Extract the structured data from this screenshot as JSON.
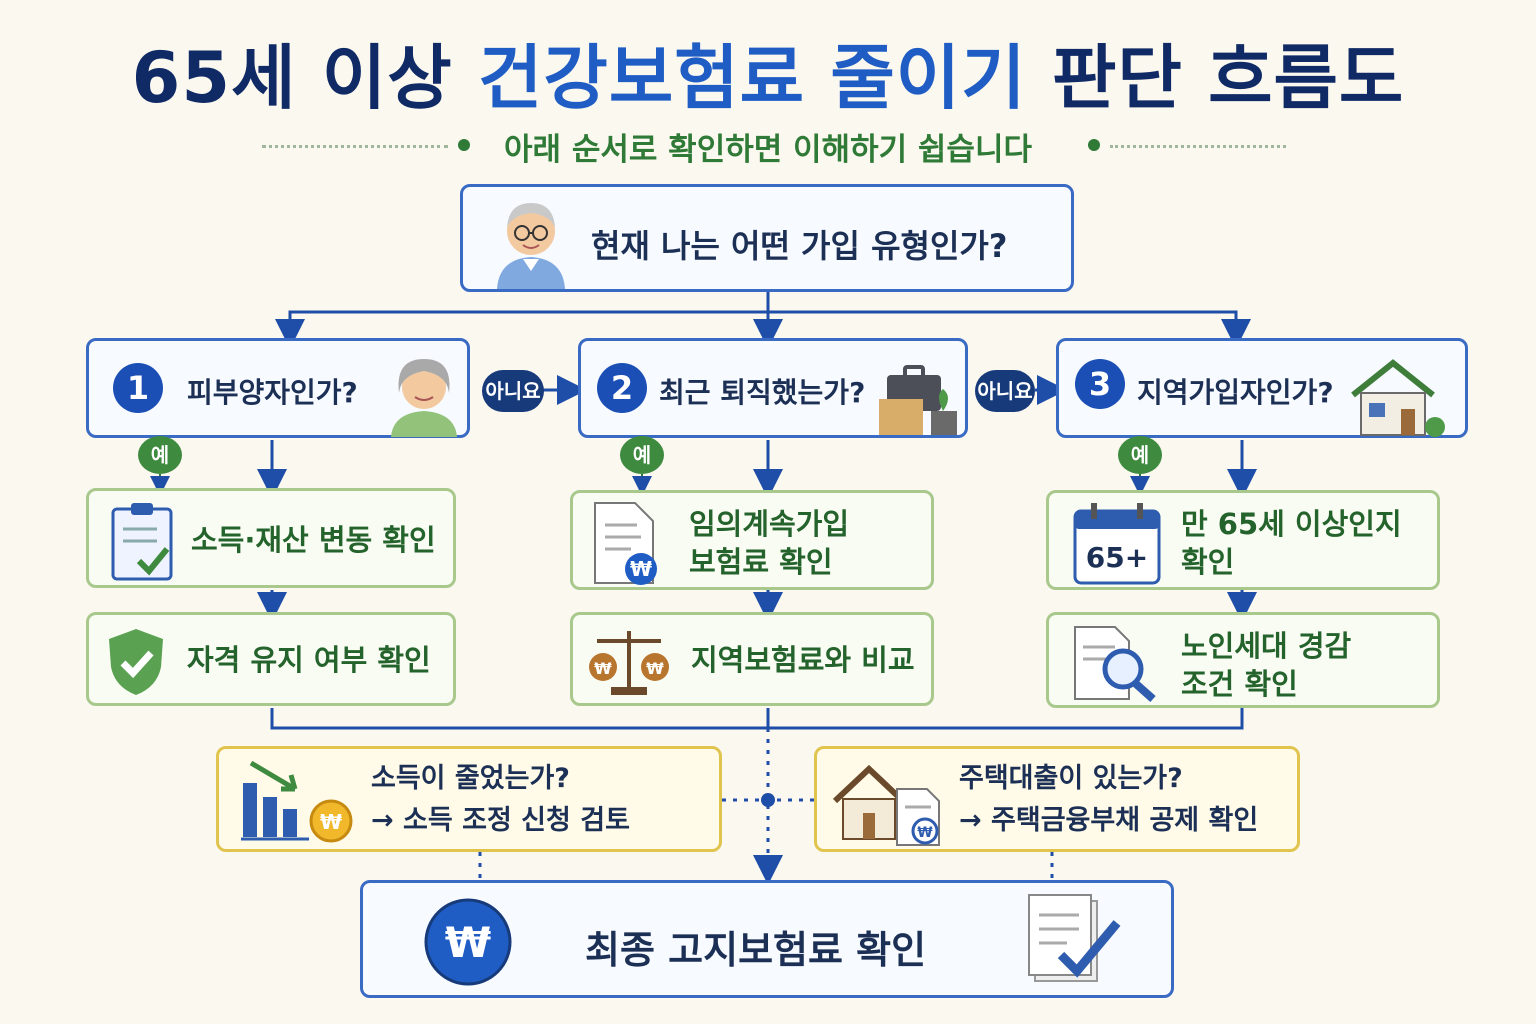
{
  "title": {
    "part1": "65세 이상 ",
    "highlight": "건강보험료 줄이기",
    "part2": " 판단 흐름도"
  },
  "subtitle": "아래 순서로 확인하면 이해하기 쉽습니다",
  "top_question": "현재 나는 어떤 가입 유형인가?",
  "columns": [
    {
      "number": "1",
      "question": "피부양자인가?",
      "yes": "예",
      "step1": "소득·재산 변동 확인",
      "step2": "자격 유지 여부 확인"
    },
    {
      "number": "2",
      "question": "최근 퇴직했는가?",
      "yes": "예",
      "step1_line1": "임의계속가입",
      "step1_line2": "보험료 확인",
      "step2": "지역보험료와 비교"
    },
    {
      "number": "3",
      "question": "지역가입자인가?",
      "yes": "예",
      "step1_line1": "만 65세 이상인지",
      "step1_line2": "확인",
      "step2_line1": "노인세대 경감",
      "step2_line2": "조건 확인"
    }
  ],
  "no_label": "아니요",
  "calendar_text": "65+",
  "checks": [
    {
      "line1": "소득이 줄었는가?",
      "line2": "→ 소득 조정 신청 검토"
    },
    {
      "line1": "주택대출이 있는가?",
      "line2": "→ 주택금융부채 공제 확인"
    }
  ],
  "final": "최종 고지보험료 확인",
  "won_symbol": "₩",
  "colors": {
    "navy": "#102a66",
    "blue": "#1f5dc4",
    "green": "#2f7a36",
    "yellow_border": "#e0c44e"
  }
}
